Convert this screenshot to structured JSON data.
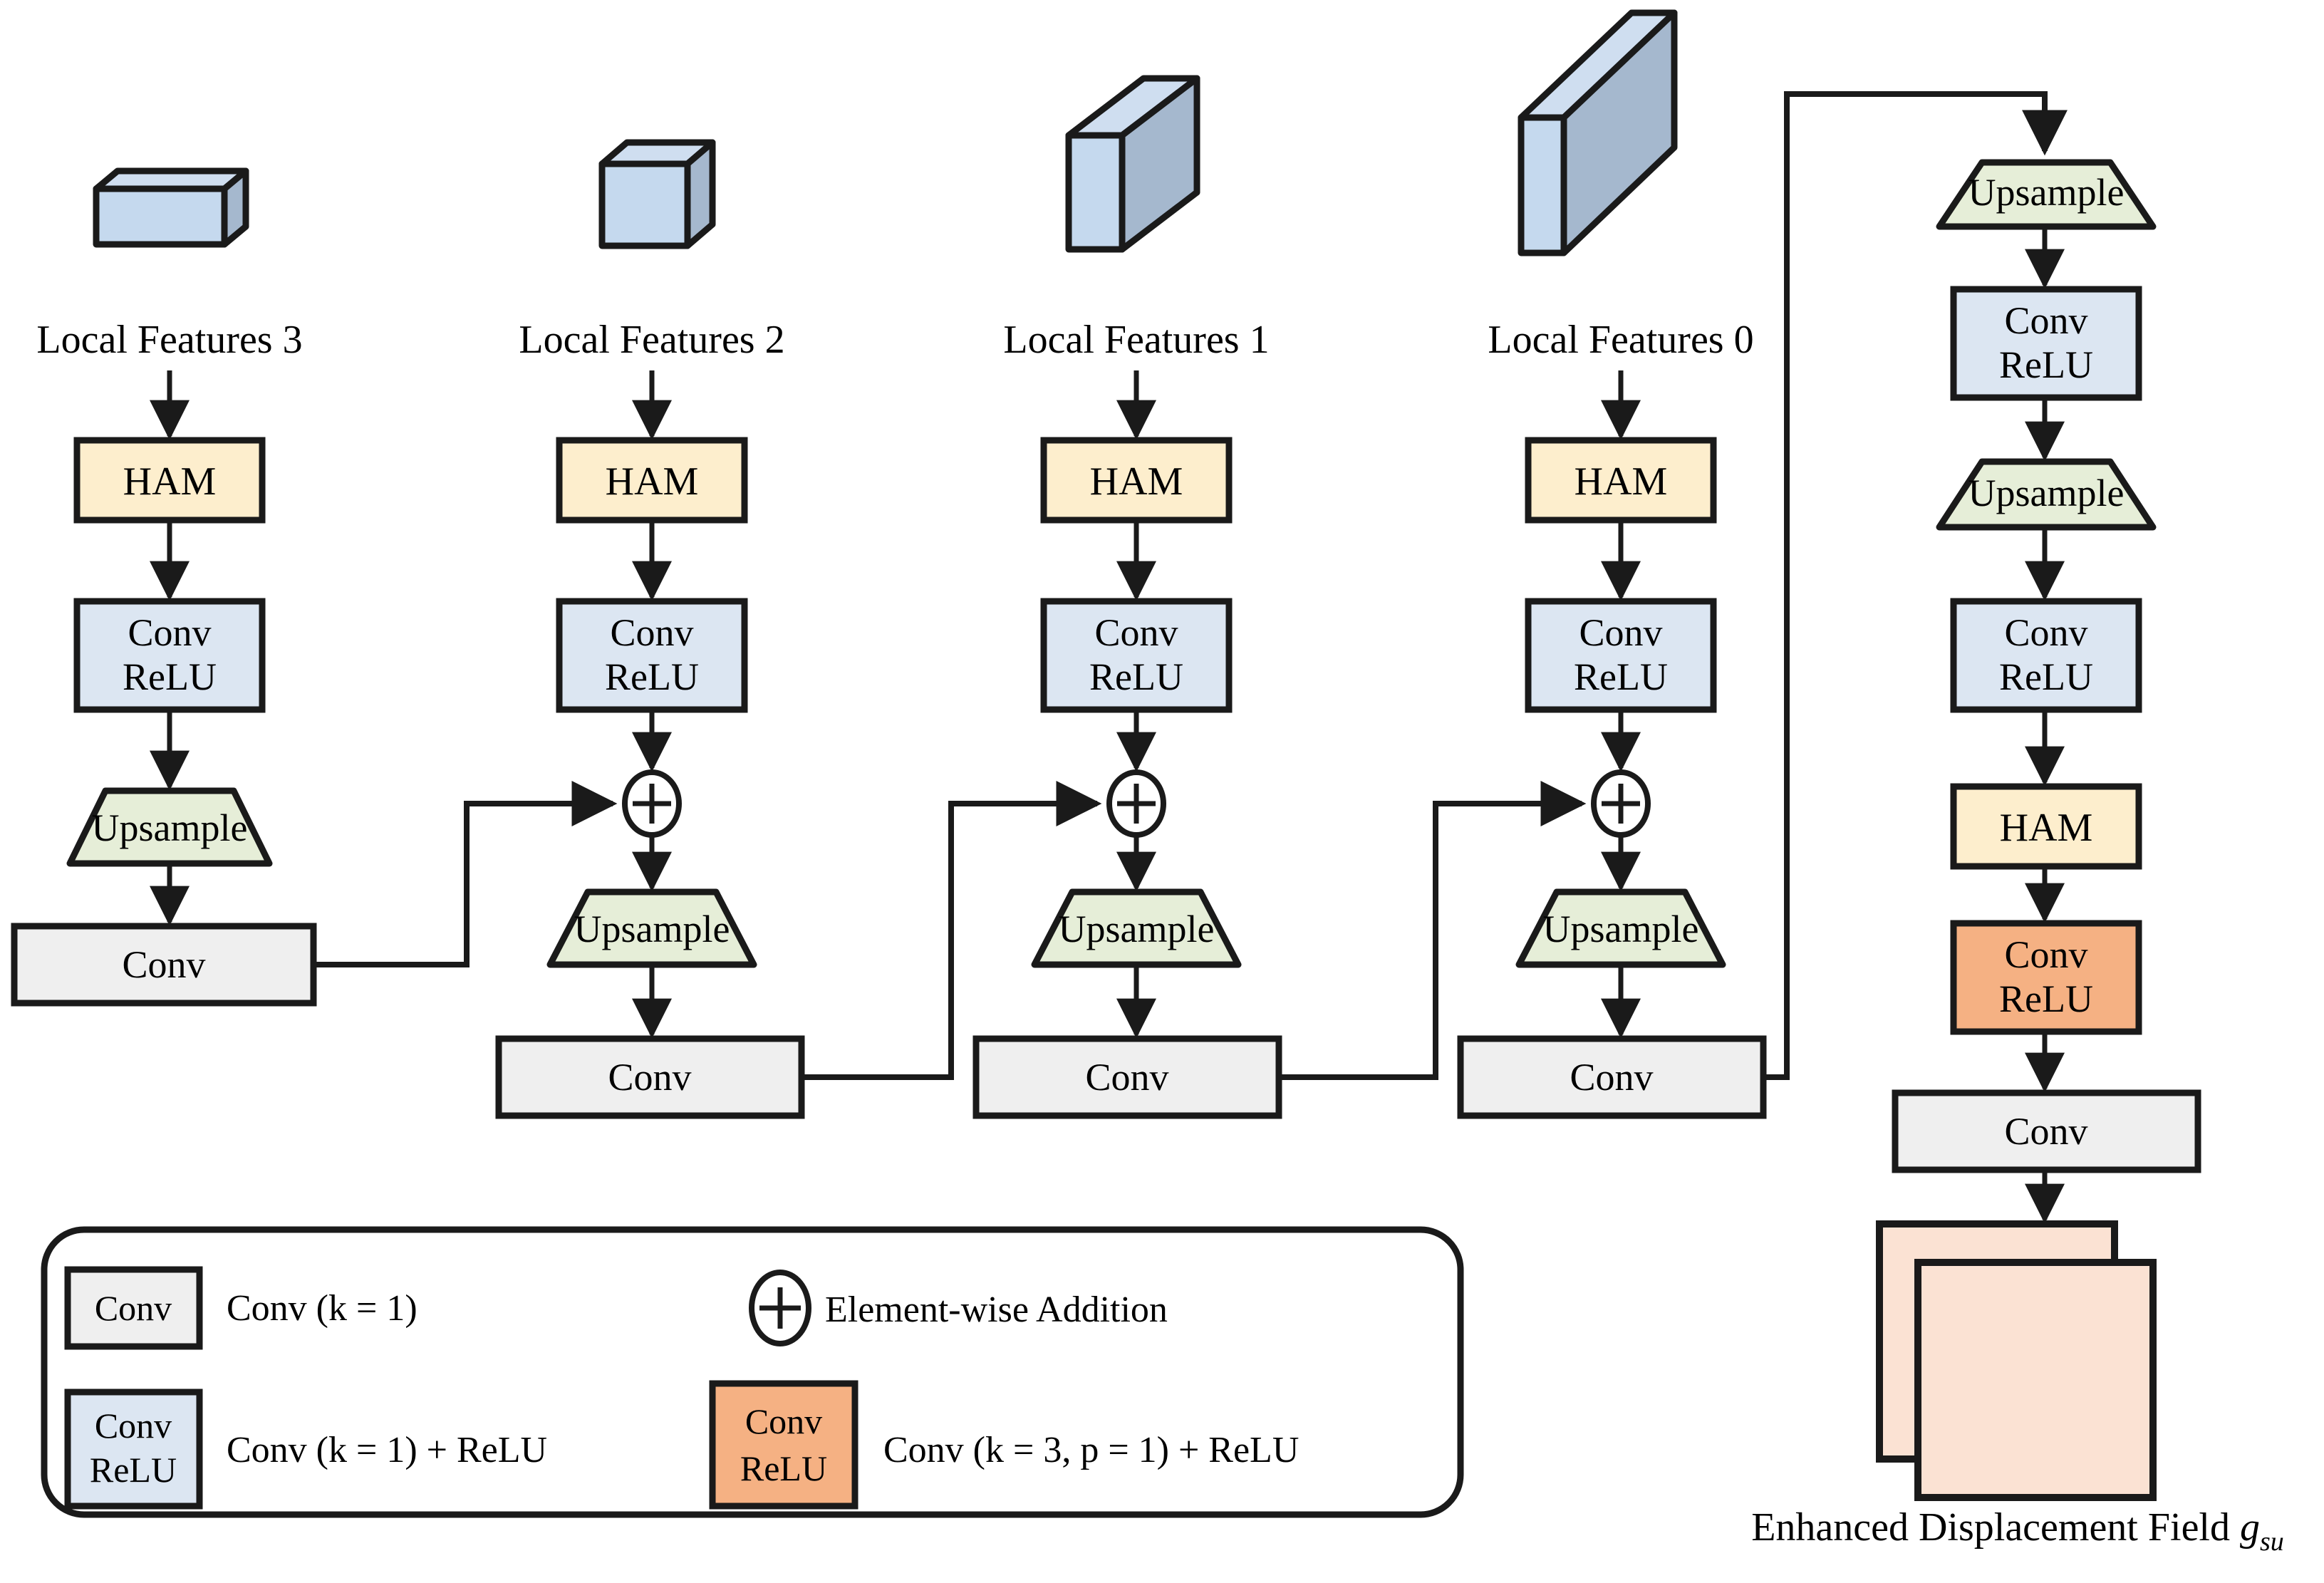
{
  "diagram": {
    "title_caption": "Enhanced Displacement Field",
    "output_symbol": "g",
    "output_subscript": "su",
    "colors": {
      "ham": "#fdeecd",
      "conv_relu": "#dce6f2",
      "conv_relu_orange": "#f5b183",
      "upsample": "#e6eed8",
      "conv": "#efefef",
      "feature_front": "#c5d9ee",
      "feature_side": "#a5b8ce",
      "feature_top": "#cfdef0",
      "output_field": "#fbe2d3",
      "stroke": "#1a1a1a"
    },
    "feature_labels": [
      "Local Features 3",
      "Local Features 2",
      "Local Features 1",
      "Local Features 0"
    ],
    "block_labels": {
      "ham": "HAM",
      "conv": "Conv",
      "conv_line1": "Conv",
      "conv_line2": "ReLU",
      "upsample": "Upsample",
      "add": "+"
    },
    "columns": [
      {
        "name": "column-3",
        "feature": "Local Features 3",
        "blocks": [
          "HAM",
          "Conv ReLU",
          "Upsample",
          "Conv"
        ],
        "has_add": false
      },
      {
        "name": "column-2",
        "feature": "Local Features 2",
        "blocks": [
          "HAM",
          "Conv ReLU",
          "Add",
          "Upsample",
          "Conv"
        ],
        "has_add": true
      },
      {
        "name": "column-1",
        "feature": "Local Features 1",
        "blocks": [
          "HAM",
          "Conv ReLU",
          "Add",
          "Upsample",
          "Conv"
        ],
        "has_add": true
      },
      {
        "name": "column-0",
        "feature": "Local Features 0",
        "blocks": [
          "HAM",
          "Conv ReLU",
          "Add",
          "Upsample",
          "Conv"
        ],
        "has_add": true
      },
      {
        "name": "decoder-column",
        "feature": "",
        "blocks": [
          "Upsample",
          "Conv ReLU",
          "Upsample",
          "Conv ReLU",
          "HAM",
          "Conv ReLU",
          "Conv"
        ],
        "has_add": false
      }
    ],
    "legend": {
      "items": [
        {
          "chip": "conv",
          "chip_text": "Conv",
          "label": "Conv (k = 1)"
        },
        {
          "chip": "plus",
          "chip_text": "+",
          "label": "Element-wise  Addition"
        },
        {
          "chip": "conv_relu",
          "chip_text": "Conv\nReLU",
          "label": "Conv (k = 1) + ReLU"
        },
        {
          "chip": "conv_relu_o",
          "chip_text": "Conv\nReLU",
          "label": "Conv (k = 3, p = 1) + ReLU"
        }
      ],
      "chip_conv_line1": "Conv",
      "chip_relu_line1": "Conv",
      "chip_relu_line2": "ReLU",
      "plus_glyph": "+",
      "label_conv_k1": "Conv (k = 1)",
      "label_elementwise": "Element-wise  Addition",
      "label_conv_k1_relu": "Conv (k = 1) + ReLU",
      "label_conv_k3_relu": "Conv (k = 3, p = 1) + ReLU"
    }
  }
}
